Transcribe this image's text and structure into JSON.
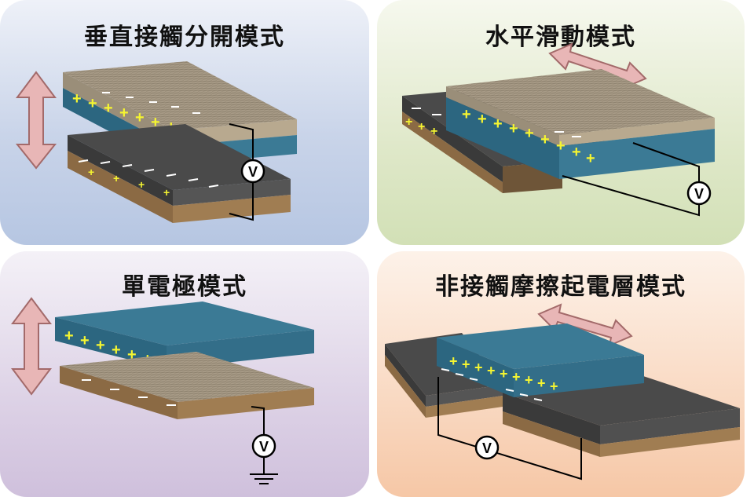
{
  "panels": [
    {
      "title": "垂直接觸分開模式"
    },
    {
      "title": "水平滑動模式"
    },
    {
      "title": "單電極模式"
    },
    {
      "title": "非接觸摩擦起電層模式"
    }
  ],
  "symbols": {
    "voltmeter": "V",
    "plus": "+",
    "minus": "–"
  },
  "colors": {
    "teal_layer": "#2c6680",
    "electrode_brown": "#8b6a44",
    "dark_layer": "#3c3c3c",
    "charge_plus": "#f5f531",
    "arrow_fill": "#e8b6b6",
    "arrow_stroke": "#a36a6a"
  }
}
